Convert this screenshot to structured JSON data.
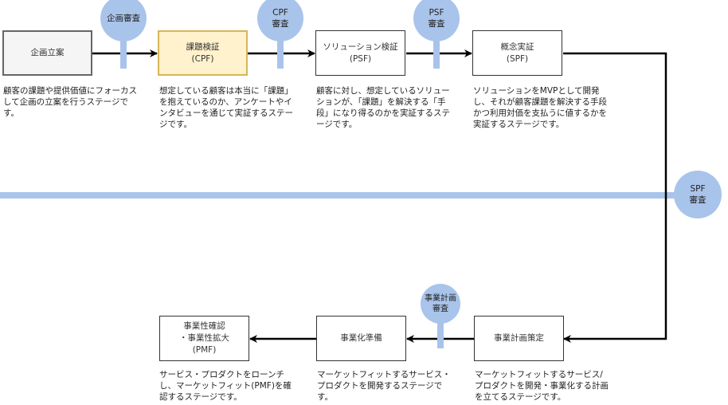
{
  "colors": {
    "review": "#a9c4eb",
    "highlight_fill": "#fff2cc",
    "highlight_border": "#d6b656"
  },
  "stages": [
    {
      "label": "企画立案",
      "description": "顧客の課題や提供価値にフォーカスして企画の立案を行うステージです。"
    },
    {
      "label": "課題検証\n(CPF)",
      "description": "想定している顧客は本当に「課題」を抱えているのか、アンケートやインタビューを通じて実証するステージです。"
    },
    {
      "label": "ソリューション検証\n(PSF)",
      "description": "顧客に対し、想定しているソリューションが、「課題」を解決する「手段」になり得るのかを実証するステージです。"
    },
    {
      "label": "概念実証\n(SPF)",
      "description": "ソリューションをMVPとして開発し、それが顧客課題を解決する手段かつ利用対価を支払うに値するかを実証するステージです。"
    },
    {
      "label": "事業計画策定",
      "description": "マーケットフィットするサービス/プロダクトを開発・事業化する計画を立てるステージです。"
    },
    {
      "label": "事業化準備",
      "description": "マーケットフィットするサービス・プロダクトを開発するステージです。"
    },
    {
      "label": "事業性確認\n・事業性拡大\n(PMF)",
      "description": "サービス・プロダクトをローンチし、マーケットフィット(PMF)を確認するステージです。"
    }
  ],
  "reviews": [
    "企画審査",
    "CPF\n審査",
    "PSF\n審査",
    "SPF\n審査",
    "事業計画\n審査"
  ]
}
